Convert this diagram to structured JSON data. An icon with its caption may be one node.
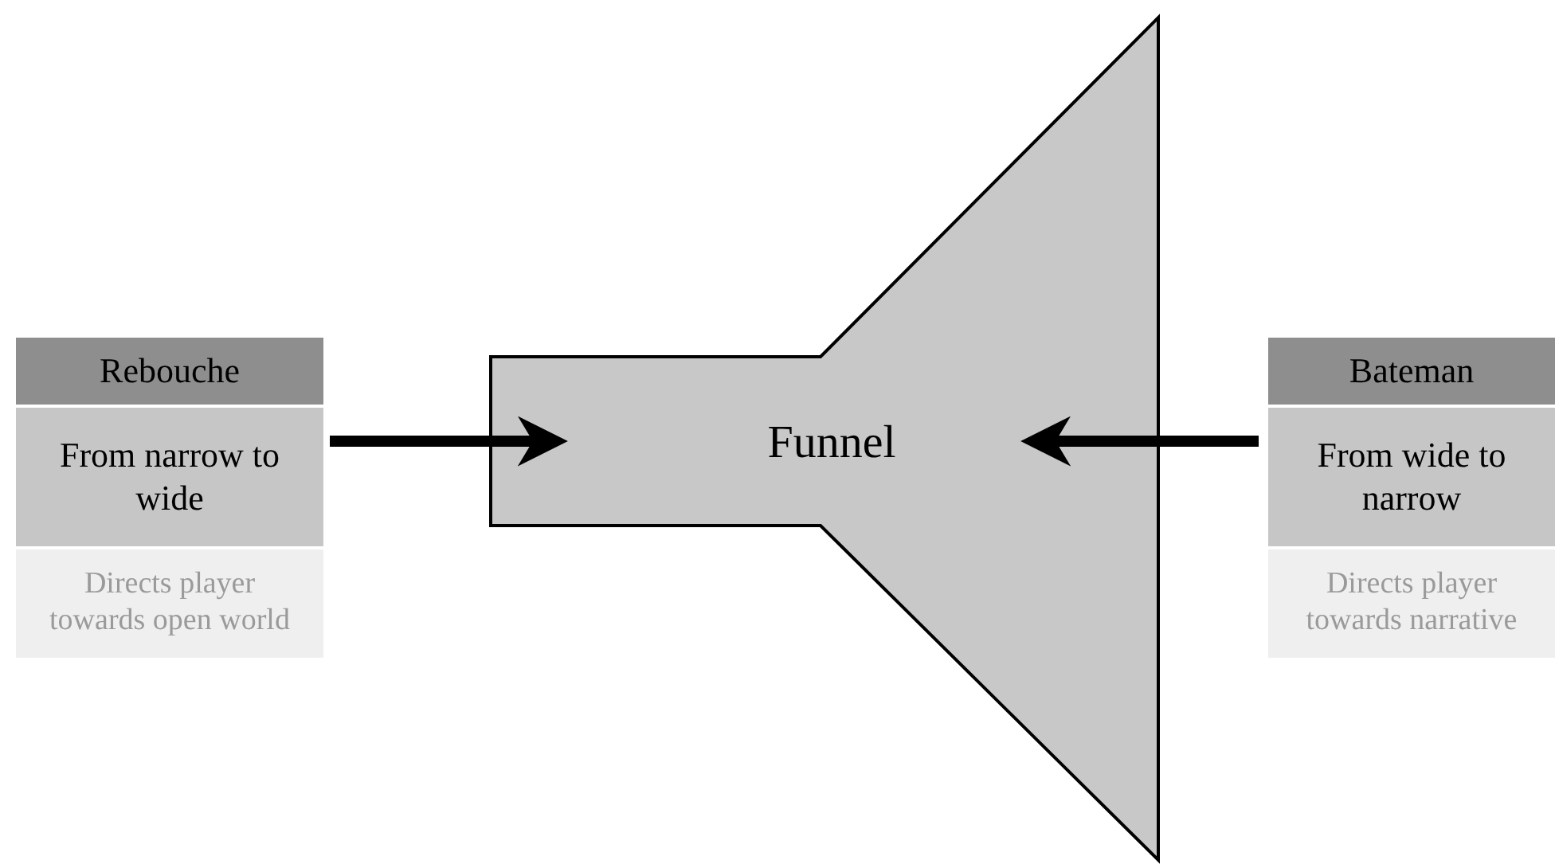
{
  "diagram": {
    "nodes": [
      {
        "text": [
          "Rebouche",
          "From narrow to wide",
          "Directs player towards open world"
        ]
      },
      {
        "text": [
          "Funnel"
        ]
      },
      {
        "text": [
          "Bateman",
          "From wide to narrow",
          "Directs player towards narrative"
        ]
      }
    ],
    "edges": [
      {
        "from": 0,
        "to": 1,
        "arrow": "to"
      },
      {
        "from": 2,
        "to": 1,
        "arrow": "to"
      }
    ]
  }
}
